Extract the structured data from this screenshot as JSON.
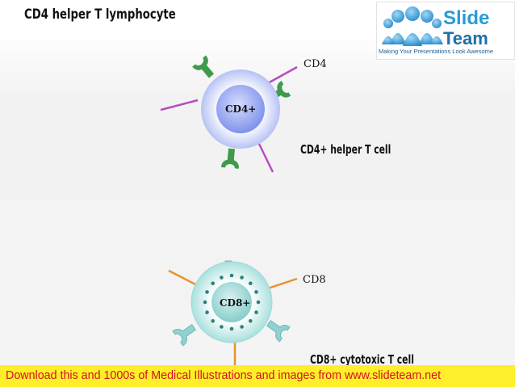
{
  "slide": {
    "title": "CD4 helper T lymphocyte",
    "logo": {
      "name_top": "Slide",
      "name_bottom": "Team",
      "tagline": "Making Your Presentations Look Awesome"
    },
    "labels": {
      "cd4_receptor": "CD4",
      "cd4_core": "CD4+",
      "cd4_cell": "CD4+ helper T cell",
      "cd8_receptor": "CD8",
      "cd8_core": "CD8+",
      "cd8_cell": "CD8+ cytotoxic T cell"
    },
    "footer": "Download this and 1000s of Medical Illustrations and images from www.slideteam.net"
  },
  "colors": {
    "cd4_ring": "#bcc6f6",
    "cd4_core": "#8c9df0",
    "cd4_receptor": "#b44ec0",
    "tcr_green": "#3f9a4c",
    "cd8_ring": "#bfe8e6",
    "cd8_core": "#8fd2cf",
    "cd8_dots": "#2f7f7b",
    "cd8_receptor": "#e8922e",
    "footer_bg": "#ffee2a",
    "footer_text": "#d0141e"
  }
}
